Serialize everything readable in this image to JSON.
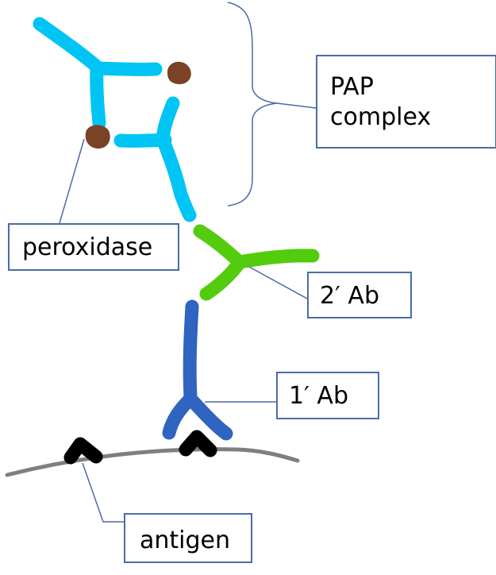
{
  "labels": {
    "pap_line1": "PAP",
    "pap_line2": "complex",
    "peroxidase": "peroxidase",
    "secondary_ab": "2′ Ab",
    "primary_ab": "1′ Ab",
    "antigen": "antigen"
  },
  "colors": {
    "pap_antibody": "#00c4f3",
    "peroxidase": "#7a4227",
    "secondary_ab": "#52cc0c",
    "primary_ab": "#2f64c0",
    "antigen": "#000000",
    "membrane": "#7f7f7f",
    "leader_line": "#4a6ba6"
  }
}
